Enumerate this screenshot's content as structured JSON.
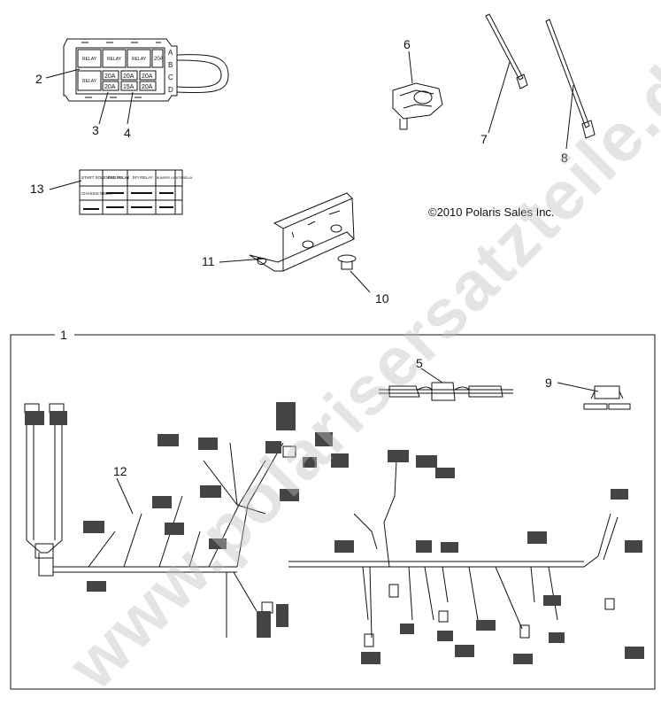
{
  "diagram": {
    "copyright": "©2010 Polaris Sales Inc.",
    "watermark": "www.polarisersatzteile.de",
    "callouts": {
      "c1": "1",
      "c2": "2",
      "c3": "3",
      "c4": "4",
      "c5": "5",
      "c6": "6",
      "c7": "7",
      "c8": "8",
      "c9": "9",
      "c10": "10",
      "c11": "11",
      "c12": "12",
      "c13": "13"
    },
    "fuse_box": {
      "relay_label": "RELAY",
      "fuse_20a": "20A",
      "fuse_15a": "15A",
      "row_letters": [
        "A",
        "B",
        "C",
        "D"
      ]
    },
    "label_chart": {
      "h1": "START SOLENOID RELAY",
      "h2": "FAN RELAY",
      "h3": "EFI RELAY",
      "h4": "BUMPER LIGHTS RELAY",
      "r1": "CHASSIS RELAY"
    }
  }
}
